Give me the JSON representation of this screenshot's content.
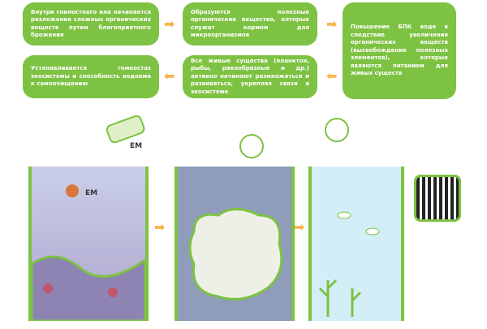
{
  "steps": [
    {
      "text": "Внутри гнилостного ила начинается разложение сложных органических веществ путем благоприятного брожения"
    },
    {
      "text": "Образуются полезные органические вещества, которые служат кормом для микроорганизмов"
    },
    {
      "text": "Повышение БПК воде в следствие увеличения органических веществ (высвобождение полезных элементов), которые являются питанием для живых существ"
    },
    {
      "text": "Все живые существа (планктон, рыбы, ракообразные и др.) активно начинают размножаться и развиваться, укрепляя связи в экосистеме"
    },
    {
      "text": "Устанавливается гомеостаз экосистемы и способность водоема к самоочищению"
    }
  ],
  "labels": {
    "em1": "EM",
    "em2": "EM"
  },
  "colors": {
    "green": "#7dc242",
    "orange": "#f9b44c"
  }
}
